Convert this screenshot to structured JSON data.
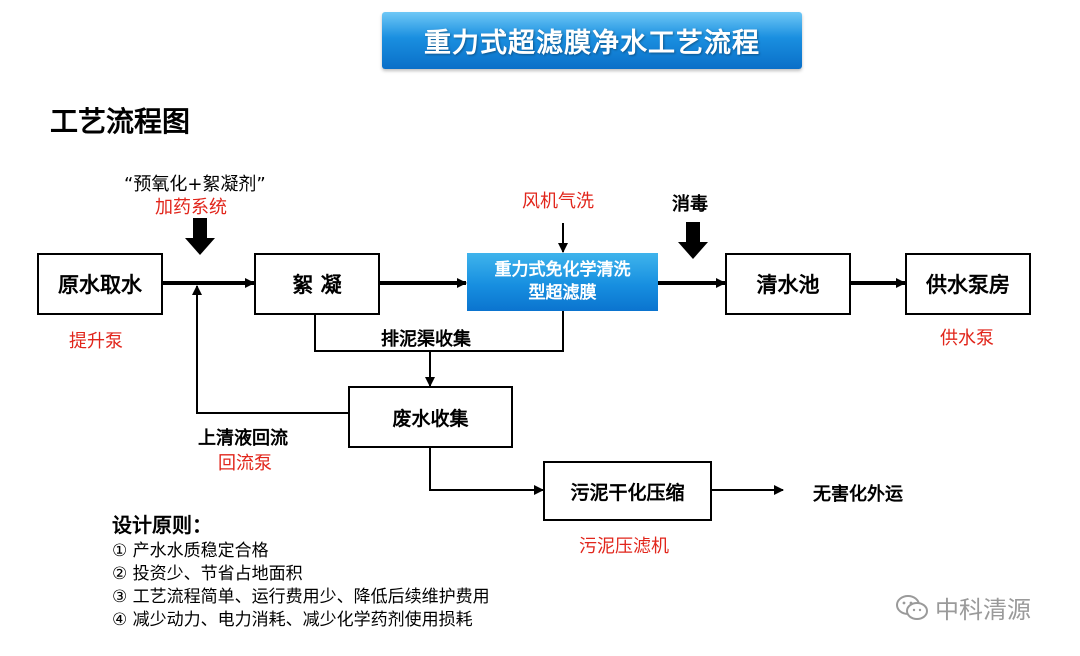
{
  "banner": {
    "title": "重力式超滤膜净水工艺流程"
  },
  "section_title": "工艺流程图",
  "nodes": {
    "raw_water": "原水取水",
    "flocculation": "絮 凝",
    "uf_line1": "重力式免化学清洗",
    "uf_line2": "型超滤膜",
    "clear_pool": "清水池",
    "supply_pump_room": "供水泵房",
    "waste_collect": "废水收集",
    "sludge_dry": "污泥干化压缩"
  },
  "labels": {
    "dosing_top": "“预氧化+絮凝剂”",
    "dosing_system": "加药系统",
    "air_wash": "风机气洗",
    "disinfection": "消毒",
    "lift_pump": "提升泵",
    "supply_pump": "供水泵",
    "drain_collect": "排泥渠收集",
    "supernatant_return": "上清液回流",
    "return_pump": "回流泵",
    "sludge_press": "污泥压滤机",
    "harmless": "无害化外运"
  },
  "principles": {
    "title": "设计原则：",
    "items": [
      "① 产水水质稳定合格",
      "② 投资少、节省占地面积",
      "③ 工艺流程简单、运行费用少、降低后续维护费用",
      "④ 减少动力、电力消耗、减少化学药剂使用损耗"
    ]
  },
  "watermark": {
    "text": "中科清源",
    "icon": "wechat-icon"
  },
  "colors": {
    "red": "#e1251b",
    "banner_blue": "#178fe0"
  }
}
